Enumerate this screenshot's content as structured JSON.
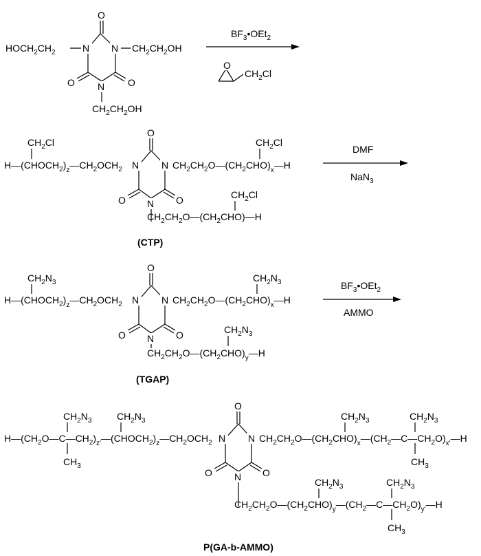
{
  "step1": {
    "left_arm": "HOCH2CH2",
    "right_arm": "CH2CH2OH",
    "bottom_arm": "CH2CH2OH",
    "reagent_top": "BF3·OEt2",
    "reagent_bottom": "CH2Cl"
  },
  "ctp": {
    "left_pendant": "CH2Cl",
    "left_chain": "H-(CHOCH2)z-CH2OCH2",
    "right_chain": "CH2CH2O-(CH2CHO)x-H",
    "right_pendant": "CH2Cl",
    "bottom_chain": "CH2CH2O-(CH2CHO)-H",
    "bottom_pendant": "CH2Cl",
    "label": "(CTP)",
    "reagent_top": "DMF",
    "reagent_bottom": "NaN3"
  },
  "tgap": {
    "left_pendant": "CH2N3",
    "left_chain": "H-(CHOCH2)z-CH2OCH2",
    "right_chain": "CH2CH2O-(CH2CHO)x-H",
    "right_pendant": "CH2N3",
    "bottom_chain": "CH2CH2O-(CH2CHO)y-H",
    "bottom_pendant": "CH2N3",
    "label": "(TGAP)",
    "reagent_top": "BF3·OEt2",
    "reagent_bottom": "AMMO"
  },
  "product": {
    "label": "P(GA-b-AMMO)"
  },
  "atoms": {
    "N": "N",
    "O": "O",
    "H": "H",
    "CH3": "CH3",
    "CH2N3": "CH2N3"
  },
  "subscripts": {
    "x": "x",
    "y": "y",
    "z": "z",
    "x_prime": "x'",
    "y_prime": "y'",
    "z_prime": "z'"
  }
}
